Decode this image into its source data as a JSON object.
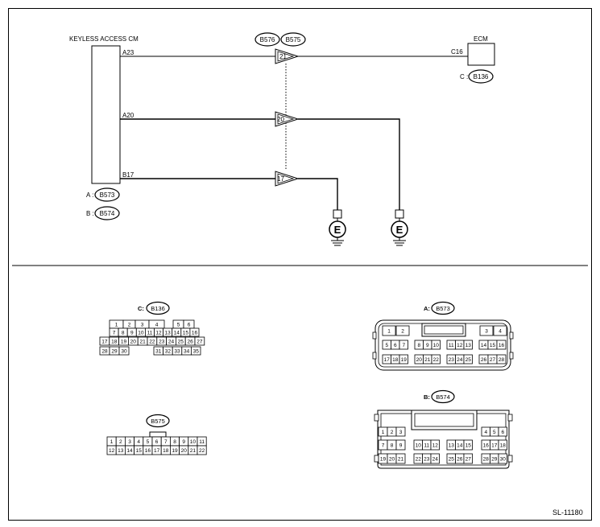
{
  "module": {
    "title": "KEYLESS ACCESS CM",
    "pins": [
      "A23",
      "A20",
      "B17"
    ],
    "connectors": [
      {
        "prefix": "A :",
        "id": "B573"
      },
      {
        "prefix": "B :",
        "id": "B574"
      }
    ]
  },
  "joint_connectors": [
    "B576",
    "B575"
  ],
  "terminals": [
    "21",
    "20",
    "17"
  ],
  "ecm": {
    "title": "ECM",
    "pin": "C16",
    "connector_prefix": "C :",
    "connector_id": "B136"
  },
  "ground": {
    "symbol": "E"
  },
  "connector_views": {
    "b136": {
      "prefix": "C:",
      "id": "B136",
      "pins": [
        "1",
        "2",
        "3",
        "4",
        "5",
        "6",
        "7",
        "8",
        "9",
        "10",
        "11",
        "12",
        "13",
        "14",
        "15",
        "16",
        "17",
        "18",
        "19",
        "20",
        "21",
        "22",
        "23",
        "24",
        "25",
        "26",
        "27",
        "28",
        "29",
        "30",
        "31",
        "32",
        "33",
        "34",
        "35"
      ]
    },
    "b573": {
      "prefix": "A:",
      "id": "B573",
      "pins": [
        "1",
        "2",
        "3",
        "4",
        "5",
        "6",
        "7",
        "8",
        "9",
        "10",
        "11",
        "12",
        "13",
        "14",
        "15",
        "16",
        "17",
        "18",
        "19",
        "20",
        "21",
        "22",
        "23",
        "24",
        "25",
        "26",
        "27",
        "28"
      ]
    },
    "b575": {
      "id": "B575",
      "pins": [
        "1",
        "2",
        "3",
        "4",
        "5",
        "6",
        "7",
        "8",
        "9",
        "10",
        "11",
        "12",
        "13",
        "14",
        "15",
        "16",
        "17",
        "18",
        "19",
        "20",
        "21",
        "22"
      ]
    },
    "b574": {
      "prefix": "B:",
      "id": "B574",
      "pins": [
        "1",
        "2",
        "3",
        "4",
        "5",
        "6",
        "7",
        "8",
        "9",
        "10",
        "11",
        "12",
        "13",
        "14",
        "15",
        "16",
        "17",
        "18",
        "19",
        "20",
        "21",
        "22",
        "23",
        "24",
        "25",
        "26",
        "27",
        "28",
        "29",
        "30"
      ]
    }
  },
  "figure_code": "SL-11180"
}
